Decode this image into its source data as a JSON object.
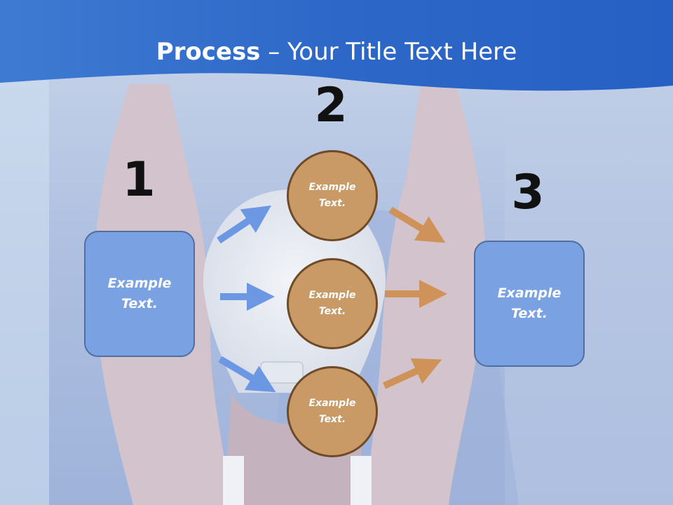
{
  "title": {
    "bold": "Process",
    "rest": " – Your Title Text Here"
  },
  "steps": [
    {
      "number": "1",
      "box_text": "Example\nText."
    },
    {
      "number": "2"
    },
    {
      "number": "3",
      "box_text": "Example\nText."
    }
  ],
  "circles": [
    {
      "text": "Example\nText."
    },
    {
      "text": "Example\nText."
    },
    {
      "text": "Example\nText."
    }
  ],
  "colors": {
    "box_fill": "#7aa2e2",
    "circle_fill": "#c99966",
    "arrow_in": "#6c97e2",
    "arrow_out": "#cf935a",
    "header": "#2c64c8"
  }
}
